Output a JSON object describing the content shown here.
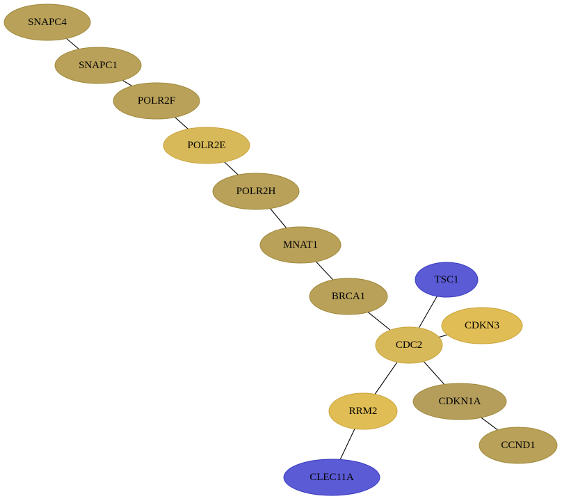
{
  "colors": {
    "olive": "#b9a15a",
    "olive_dark": "#b59e5c",
    "gold": "#d8b95a",
    "gold_bright": "#e0bd55",
    "blue": "#5b5bd6",
    "olive_stroke": "#a08a3c",
    "gold_stroke": "#c9a43a",
    "blue_stroke": "#3b3bc0"
  },
  "nodes": [
    {
      "id": "SNAPC4",
      "label": "SNAPC4",
      "color": "olive"
    },
    {
      "id": "SNAPC1",
      "label": "SNAPC1",
      "color": "olive"
    },
    {
      "id": "POLR2F",
      "label": "POLR2F",
      "color": "olive"
    },
    {
      "id": "POLR2E",
      "label": "POLR2E",
      "color": "gold"
    },
    {
      "id": "POLR2H",
      "label": "POLR2H",
      "color": "olive"
    },
    {
      "id": "MNAT1",
      "label": "MNAT1",
      "color": "olive"
    },
    {
      "id": "BRCA1",
      "label": "BRCA1",
      "color": "olive"
    },
    {
      "id": "TSC1",
      "label": "TSC1",
      "color": "blue"
    },
    {
      "id": "CDKN3",
      "label": "CDKN3",
      "color": "gold_bright"
    },
    {
      "id": "CDC2",
      "label": "CDC2",
      "color": "gold"
    },
    {
      "id": "CDKN1A",
      "label": "CDKN1A",
      "color": "olive_dark"
    },
    {
      "id": "RRM2",
      "label": "RRM2",
      "color": "gold_bright"
    },
    {
      "id": "CCND1",
      "label": "CCND1",
      "color": "olive"
    },
    {
      "id": "CLEC11A",
      "label": "CLEC11A",
      "color": "blue"
    }
  ],
  "edges": [
    [
      "SNAPC4",
      "SNAPC1"
    ],
    [
      "SNAPC1",
      "POLR2F"
    ],
    [
      "POLR2F",
      "POLR2E"
    ],
    [
      "POLR2E",
      "POLR2H"
    ],
    [
      "POLR2H",
      "MNAT1"
    ],
    [
      "MNAT1",
      "BRCA1"
    ],
    [
      "BRCA1",
      "CDC2"
    ],
    [
      "TSC1",
      "CDC2"
    ],
    [
      "CDKN3",
      "CDC2"
    ],
    [
      "CDC2",
      "CDKN1A"
    ],
    [
      "CDC2",
      "RRM2"
    ],
    [
      "CDKN1A",
      "CCND1"
    ],
    [
      "RRM2",
      "CLEC11A"
    ]
  ]
}
